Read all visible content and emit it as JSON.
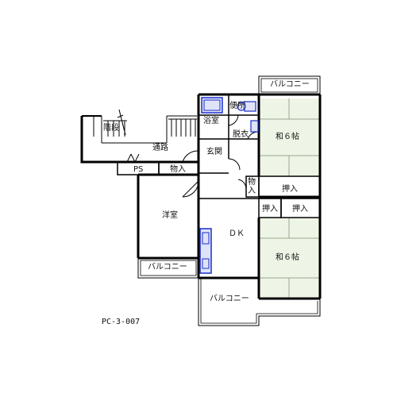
{
  "floorplan": {
    "code": "PC-3-007",
    "colors": {
      "wall": "#000000",
      "tatami": "#eef5e6",
      "tatami_line": "#9aa690",
      "fixture": "#1a2ecc",
      "fixture_fill": "#dfe3f7"
    },
    "rooms": {
      "stairs": "階段",
      "corridor": "通路",
      "ps": "PS",
      "storage_top": "物入",
      "bath": "浴室",
      "toilet": "便所",
      "dressing": "脱衣",
      "entrance": "玄関",
      "storage_mid": "物入",
      "western_room": "洋室",
      "dk": "ＤＫ",
      "japanese_room_1": "和６帖",
      "japanese_room_2": "和６帖",
      "closet_1": "押入",
      "closet_2": "押入",
      "closet_3": "押入",
      "balcony_top": "バルコニー",
      "balcony_left": "バルコニー",
      "balcony_bottom": "バルコニー"
    }
  }
}
